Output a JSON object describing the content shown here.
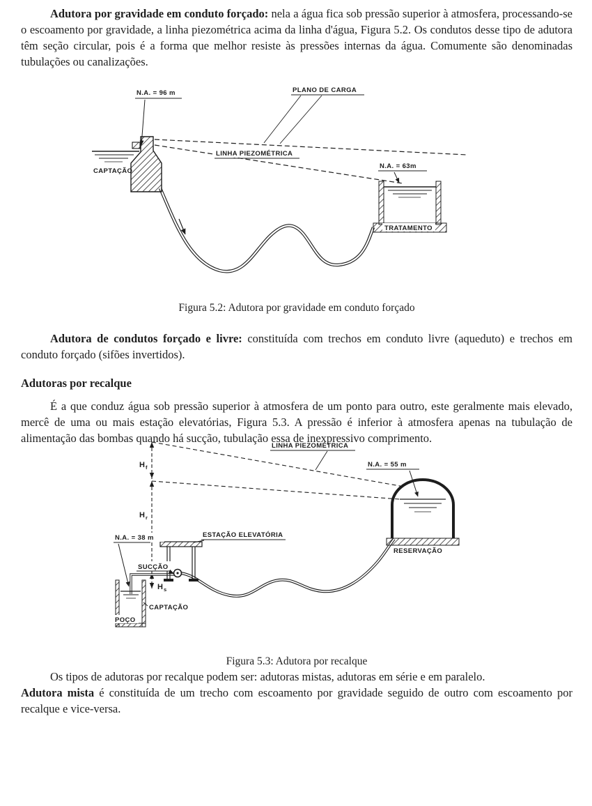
{
  "p1": {
    "lead": "Adutora por gravidade em conduto forçado:",
    "rest": " nela a água fica sob pressão superior à atmosfera, processando-se o escoamento por gravidade, a linha piezométrica acima da linha d'água, Figura 5.2. Os condutos desse tipo de adutora têm seção circular, pois é a forma que melhor resiste às pressões internas da água. Comumente são denominadas tubulações ou canalizações."
  },
  "fig52": {
    "caption": "Figura 5.2: Adutora por gravidade em conduto forçado",
    "na96": "N.A. = 96 m",
    "plano_de_carga": "PLANO DE CARGA",
    "linha_piezometrica": "LINHA PIEZOMÉTRICA",
    "captacao": "CAPTAÇÃO",
    "na63": "N.A. = 63m",
    "tratamento": "TRATAMENTO"
  },
  "p2": {
    "lead": "Adutora de condutos forçado e livre:",
    "rest": " constituída com trechos em conduto livre (aqueduto) e trechos em conduto forçado (sifões invertidos)."
  },
  "heading_recalque": "Adutoras por recalque",
  "p3": "É a que conduz água sob pressão superior à atmosfera de um ponto para outro, este geralmente mais elevado, mercê de uma ou mais estação elevatórias, Figura 5.3. A pressão é inferior à atmosfera apenas na tubulação de alimentação das bombas quando há sucção, tubulação essa de inexpressivo comprimento.",
  "fig53": {
    "caption": "Figura 5.3: Adutora por recalque",
    "linha_piezometrica": "LINHA PIEZOMÉTRICA",
    "na55": "N.A. = 55 m",
    "hf_main": "H",
    "hf_sub": "f",
    "hr_main": "H",
    "hr_sub": "r",
    "hs_main": "H",
    "hs_sub": "s",
    "na38": "N.A. = 38 m",
    "estacao": "ESTAÇÃO ELEVATÓRIA",
    "succao": "SUCÇÃO",
    "captacao": "CAPTAÇÃO",
    "poco": "POÇO",
    "reservacao": "RESERVAÇÃO"
  },
  "p4": "Os tipos de adutoras por recalque podem ser: adutoras mistas, adutoras em série e em paralelo.",
  "p5": {
    "lead": "Adutora mista",
    "rest": " é constituída de um trecho com escoamento por gravidade seguido de outro com escoamento por recalque e vice-versa."
  }
}
